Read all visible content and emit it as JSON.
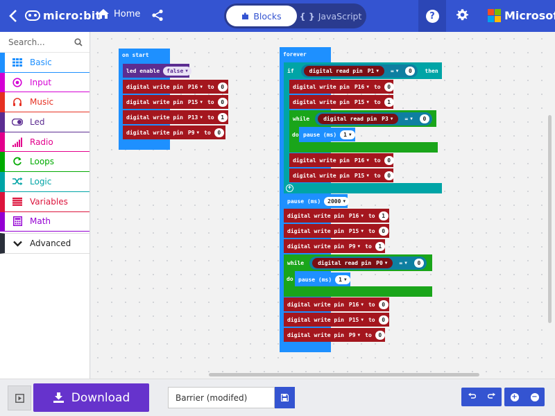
{
  "header": {
    "logo": "micro:bit",
    "home": "Home",
    "blocks_tab": "Blocks",
    "js_tab": "JavaScript",
    "brand": "Microsoft"
  },
  "colors": {
    "header": "#3454d1",
    "download": "#6633cc"
  },
  "toolbox": {
    "search_placeholder": "Search...",
    "categories": [
      {
        "label": "Basic",
        "color": "#1e90ff"
      },
      {
        "label": "Input",
        "color": "#d400d4"
      },
      {
        "label": "Music",
        "color": "#e63022"
      },
      {
        "label": "Led",
        "color": "#5c2d91"
      },
      {
        "label": "Radio",
        "color": "#e3008c"
      },
      {
        "label": "Loops",
        "color": "#00aa00"
      },
      {
        "label": "Logic",
        "color": "#00a4a6"
      },
      {
        "label": "Variables",
        "color": "#dc143c"
      },
      {
        "label": "Math",
        "color": "#9400d3"
      }
    ],
    "advanced": "Advanced"
  },
  "blocks": {
    "on_start": "on start",
    "led_enable": "led enable",
    "false_val": "false",
    "dwp": "digital write pin",
    "drp": "digital read pin",
    "to": "to",
    "forever": "forever",
    "if": "if",
    "then": "then",
    "while": "while",
    "do": "do",
    "pause": "pause (ms)",
    "eq": "=",
    "pins": {
      "p0": "P0",
      "p1": "P1",
      "p3": "P3",
      "p9": "P9",
      "p13": "P13",
      "p15": "P15",
      "p16": "P16"
    },
    "values": {
      "v0": "0",
      "v1": "1",
      "v2000": "2000"
    }
  },
  "bottom": {
    "download": "Download",
    "project_name": "Barrier (modifed)"
  }
}
